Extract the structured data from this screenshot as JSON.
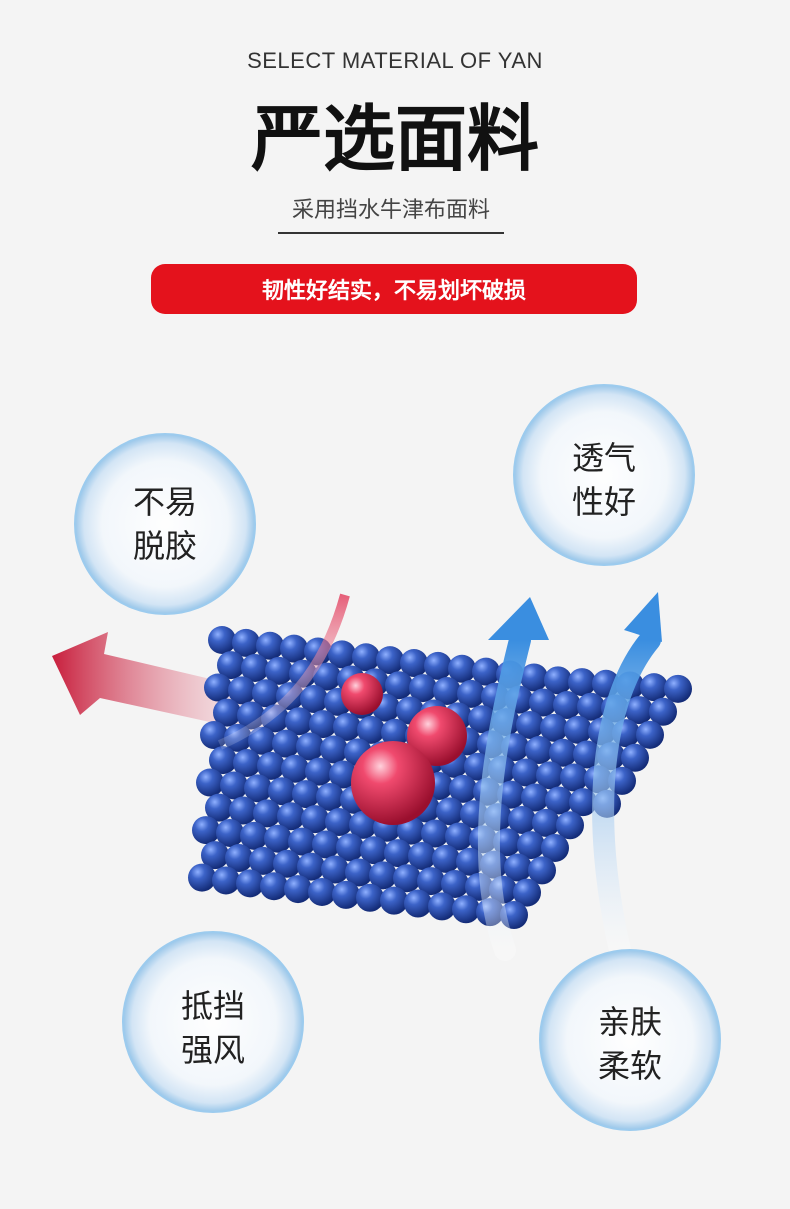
{
  "header": {
    "eyebrow": "SELECT MATERIAL OF YAN",
    "title": "严选面料",
    "subtitle": "采用挡水牛津布面料",
    "banner": "韧性好结实，不易划坏破损"
  },
  "features": [
    {
      "line1": "不易",
      "line2": "脱胶"
    },
    {
      "line1": "透气",
      "line2": "性好"
    },
    {
      "line1": "抵挡",
      "line2": "强风"
    },
    {
      "line1": "亲肤",
      "line2": "柔软"
    }
  ],
  "colors": {
    "banner_bg": "#e4121c",
    "fabric_bead": "#1f3f9a",
    "droplet": "#d81c4a",
    "arrow_red": "#c81e3c",
    "arrow_blue": "#3a8ee0"
  },
  "icons": [
    "water-bubble-icon",
    "fabric-mesh-illustration",
    "water-droplet-icon",
    "red-arrow-icon",
    "blue-airflow-arrow-icon"
  ]
}
